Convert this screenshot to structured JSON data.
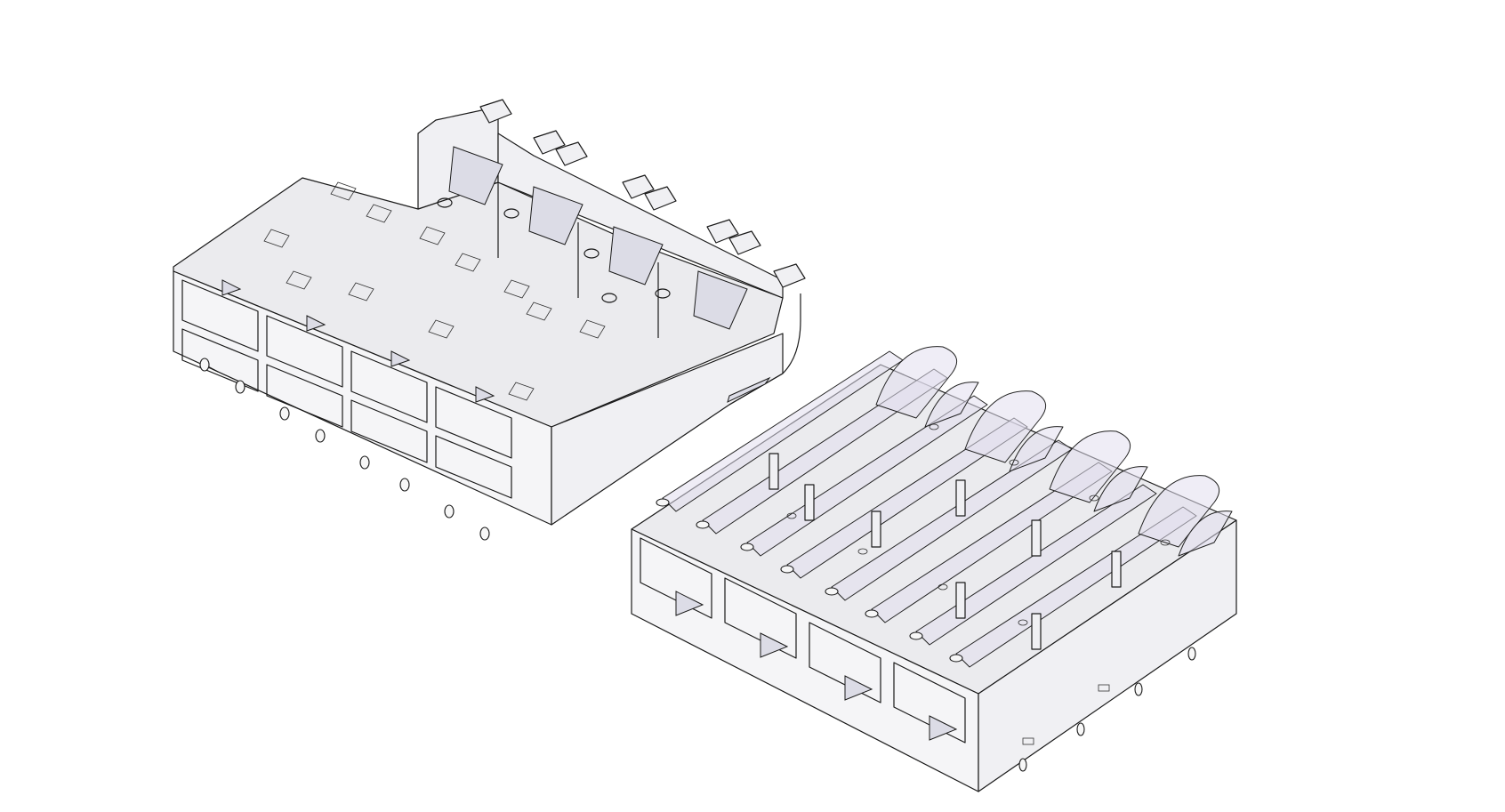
{
  "figure": {
    "background": "#ffffff",
    "line_color": "#1a1a1a",
    "face_color": "#ebebee",
    "tint_color": "#dcdce6",
    "objects": [
      {
        "id": "cage-assembly",
        "ports": 4
      },
      {
        "id": "cage-with-heatsinks",
        "ports": 4,
        "heatsinks": 8
      }
    ]
  }
}
